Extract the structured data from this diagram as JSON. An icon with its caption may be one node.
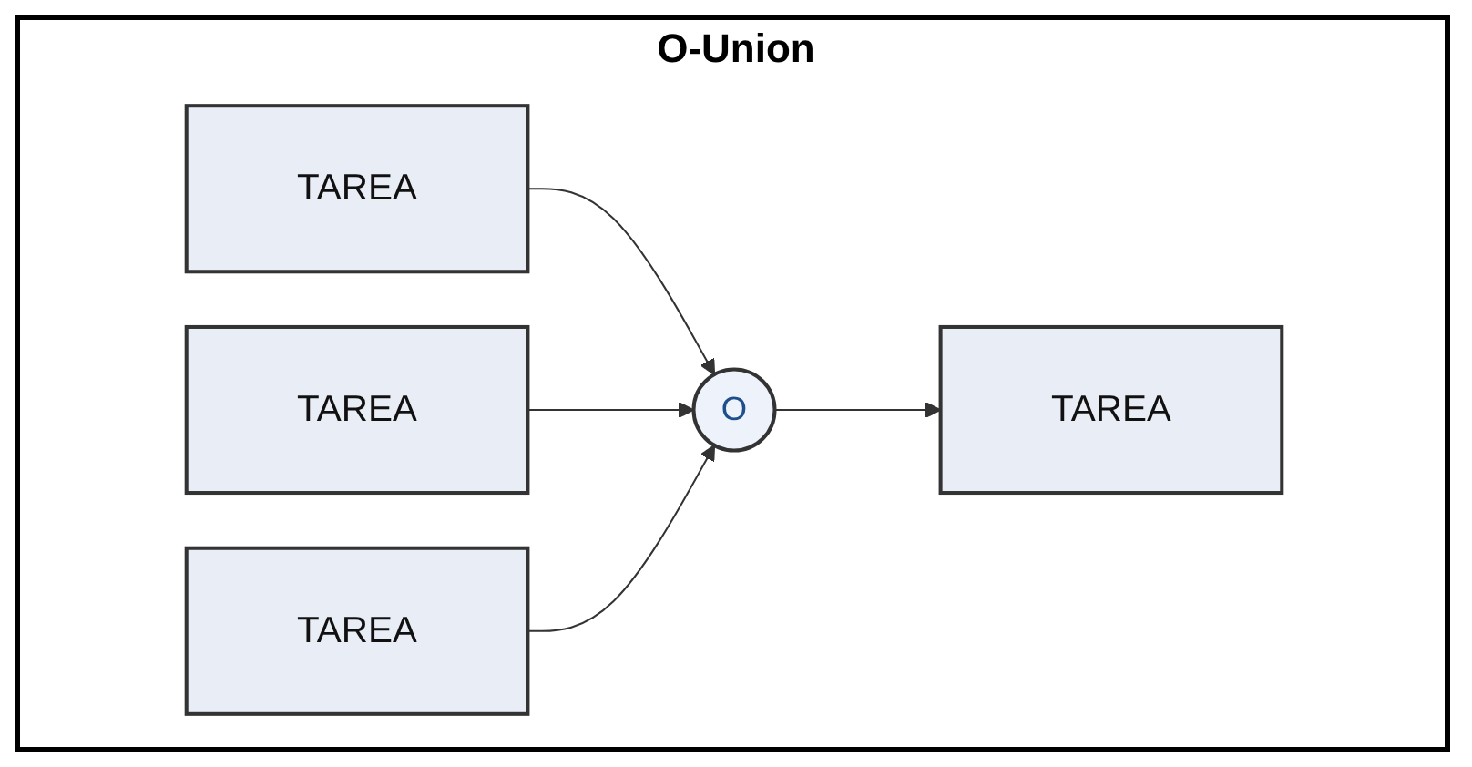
{
  "diagram": {
    "title": "O-Union",
    "nodes": [
      {
        "text": [
          "TAREA"
        ]
      },
      {
        "text": [
          "TAREA"
        ]
      },
      {
        "text": [
          "TAREA"
        ]
      },
      {
        "text": [
          "O"
        ]
      },
      {
        "text": [
          "TAREA"
        ]
      }
    ],
    "edges": [
      {
        "from": 0,
        "to": 3,
        "arrow": "to"
      },
      {
        "from": 1,
        "to": 3,
        "arrow": "to"
      },
      {
        "from": 2,
        "to": 3,
        "arrow": "to"
      },
      {
        "from": 3,
        "to": 4,
        "arrow": "to"
      }
    ]
  }
}
